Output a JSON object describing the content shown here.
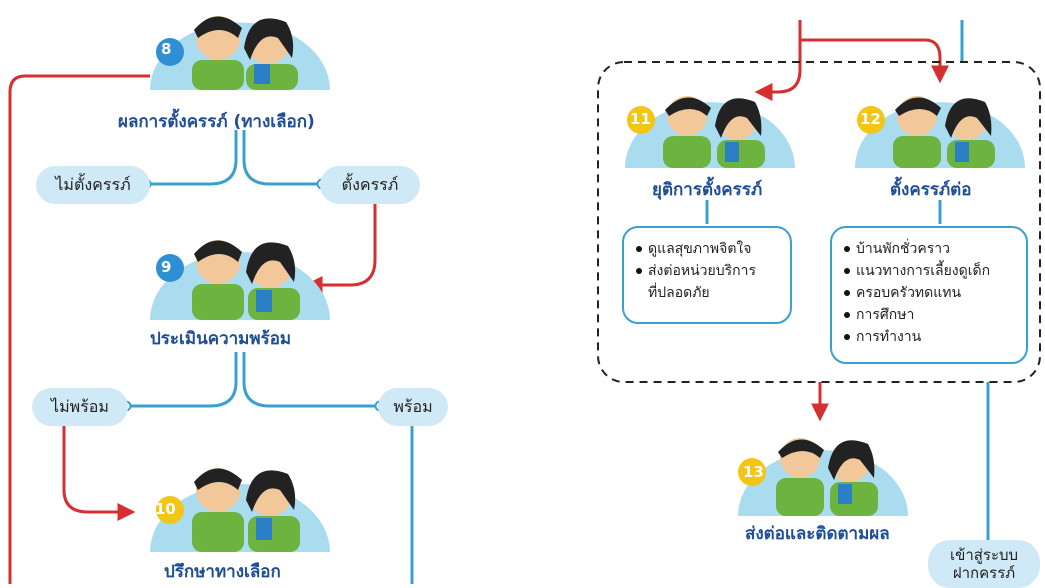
{
  "steps": [
    {
      "num": "8",
      "label": "ผลการตั้งครรภ์ (ทางเลือก)"
    },
    {
      "num": "9",
      "label": "ประเมินความพร้อม"
    },
    {
      "num": "10",
      "label": "ปรึกษาทางเลือก"
    },
    {
      "num": "11",
      "label": "ยุติการตั้งครรภ์"
    },
    {
      "num": "12",
      "label": "ตั้งครรภ์ต่อ"
    },
    {
      "num": "13",
      "label": "ส่งต่อและติดตามผล"
    }
  ],
  "branches": {
    "not_pregnant": "ไม่ตั้งครรภ์",
    "pregnant": "ตั้งครรภ์",
    "not_ready": "ไม่พร้อม",
    "ready": "พร้อม"
  },
  "termination_box": [
    "ดูแลสุขภาพจิตใจ",
    "ส่งต่อหน่วยบริการ\nที่ปลอดภัย"
  ],
  "continue_box": [
    "บ้านพักชั่วคราว",
    "แนวทางการเลี้ยงดูเด็ก",
    "ครอบครัวทดแทน",
    "การศึกษา",
    "การทำงาน"
  ],
  "enter_system": "เข้าสู่ระบบ\nฝากครรภ์",
  "colors": {
    "red": "#d62f2f",
    "blue": "#3aa0d1",
    "title": "#1f4e96",
    "pill": "#cfe9f6",
    "numBadge": "#f3c515"
  }
}
